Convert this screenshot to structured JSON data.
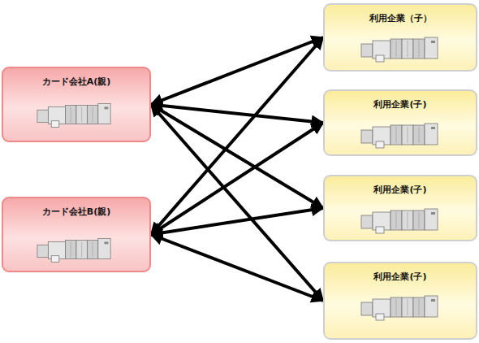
{
  "diagram": {
    "nodes": [
      {
        "text": [
          "カード会社A(親)"
        ]
      },
      {
        "text": [
          "カード会社B(親)"
        ]
      },
      {
        "text": [
          "利用企業（子）"
        ]
      },
      {
        "text": [
          "利用企業(子)"
        ]
      },
      {
        "text": [
          "利用企業(子)"
        ]
      },
      {
        "text": [
          "利用企業(子)"
        ]
      }
    ],
    "edges": [
      {
        "from": 0,
        "to": 2,
        "arrow": "both"
      },
      {
        "from": 0,
        "to": 3,
        "arrow": "both"
      },
      {
        "from": 0,
        "to": 4,
        "arrow": "both"
      },
      {
        "from": 0,
        "to": 5,
        "arrow": "both"
      },
      {
        "from": 1,
        "to": 2,
        "arrow": "both"
      },
      {
        "from": 1,
        "to": 3,
        "arrow": "both"
      },
      {
        "from": 1,
        "to": 4,
        "arrow": "both"
      },
      {
        "from": 1,
        "to": 5,
        "arrow": "both"
      }
    ]
  }
}
